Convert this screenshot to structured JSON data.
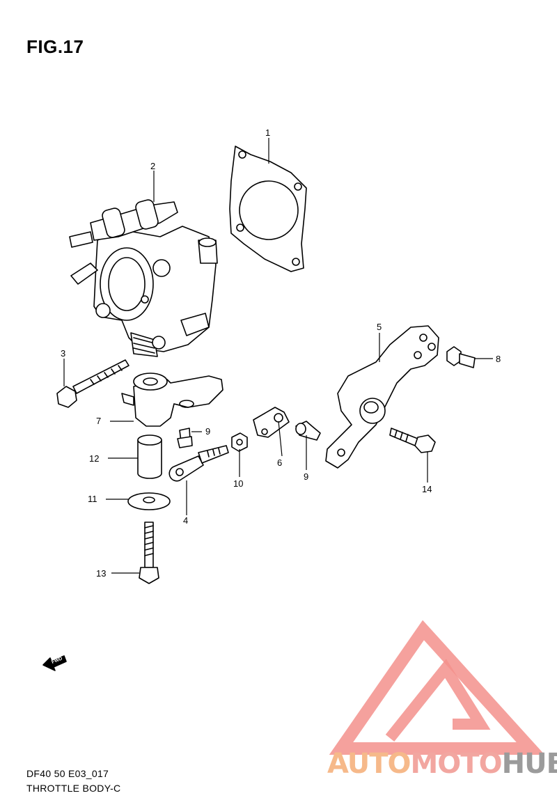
{
  "figure": {
    "title": "FIG.17",
    "code": "DF40 50 E03_017",
    "name": "THROTTLE BODY-C"
  },
  "parts": [
    {
      "number": "1"
    },
    {
      "number": "2"
    },
    {
      "number": "3"
    },
    {
      "number": "4"
    },
    {
      "number": "5"
    },
    {
      "number": "6"
    },
    {
      "number": "7"
    },
    {
      "number": "8"
    },
    {
      "number": "9"
    },
    {
      "number": "9"
    },
    {
      "number": "10"
    },
    {
      "number": "11"
    },
    {
      "number": "12"
    },
    {
      "number": "13"
    },
    {
      "number": "14"
    }
  ],
  "fwd_indicator": {
    "label": "FWD",
    "icon": "fwd-arrow-icon"
  },
  "watermark": {
    "part1": "AUTO",
    "part2": "MOTO",
    "part3": "HUB",
    "colors": {
      "auto": "#f6b98a",
      "moto": "#f2a6a0",
      "hub": "#9b9b9b",
      "logo": "#f08c88"
    }
  }
}
